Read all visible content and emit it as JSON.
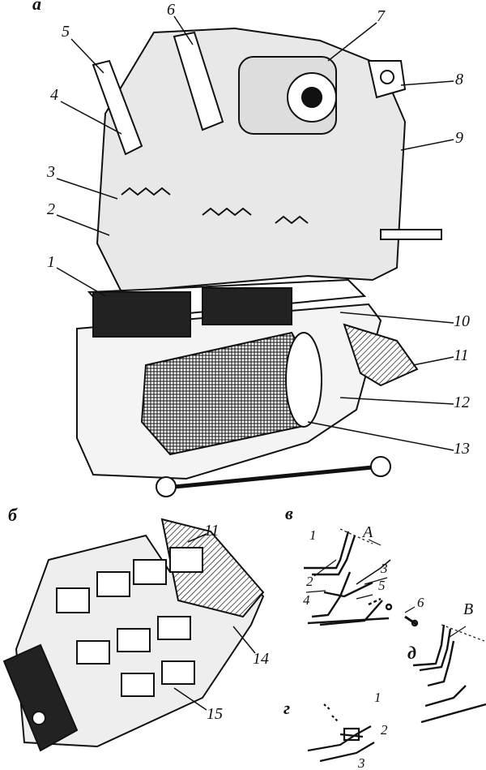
{
  "panels": {
    "a": "а",
    "b": "б",
    "v": "в",
    "g": "г",
    "d": "д"
  },
  "main_labels": [
    "1",
    "2",
    "3",
    "4",
    "5",
    "6",
    "7",
    "8",
    "9",
    "10",
    "11",
    "12",
    "13"
  ],
  "lower_labels": [
    "11",
    "14",
    "15"
  ],
  "detail_v_labels": [
    "1",
    "2",
    "3",
    "4",
    "5",
    "6"
  ],
  "detail_v_gap": "A",
  "detail_d_gap": "B",
  "detail_g_labels": [
    "1",
    "2",
    "3"
  ]
}
